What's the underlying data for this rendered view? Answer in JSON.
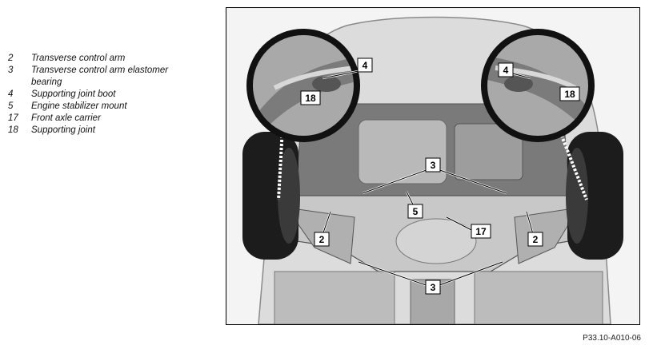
{
  "legend": [
    {
      "num": "2",
      "text": "Transverse control arm"
    },
    {
      "num": "3",
      "text": "Transverse control arm elastomer bearing"
    },
    {
      "num": "4",
      "text": "Supporting joint boot"
    },
    {
      "num": "5",
      "text": "Engine stabilizer mount"
    },
    {
      "num": "17",
      "text": "Front axle carrier"
    },
    {
      "num": "18",
      "text": "Supporting joint"
    }
  ],
  "callouts": {
    "c4_left": "4",
    "c18_left": "18",
    "c4_right": "4",
    "c18_right": "18",
    "c3_top": "3",
    "c5": "5",
    "c17": "17",
    "c2_left": "2",
    "c2_right": "2",
    "c3_bottom": "3"
  },
  "figure_id": "P33.10-A010-06"
}
